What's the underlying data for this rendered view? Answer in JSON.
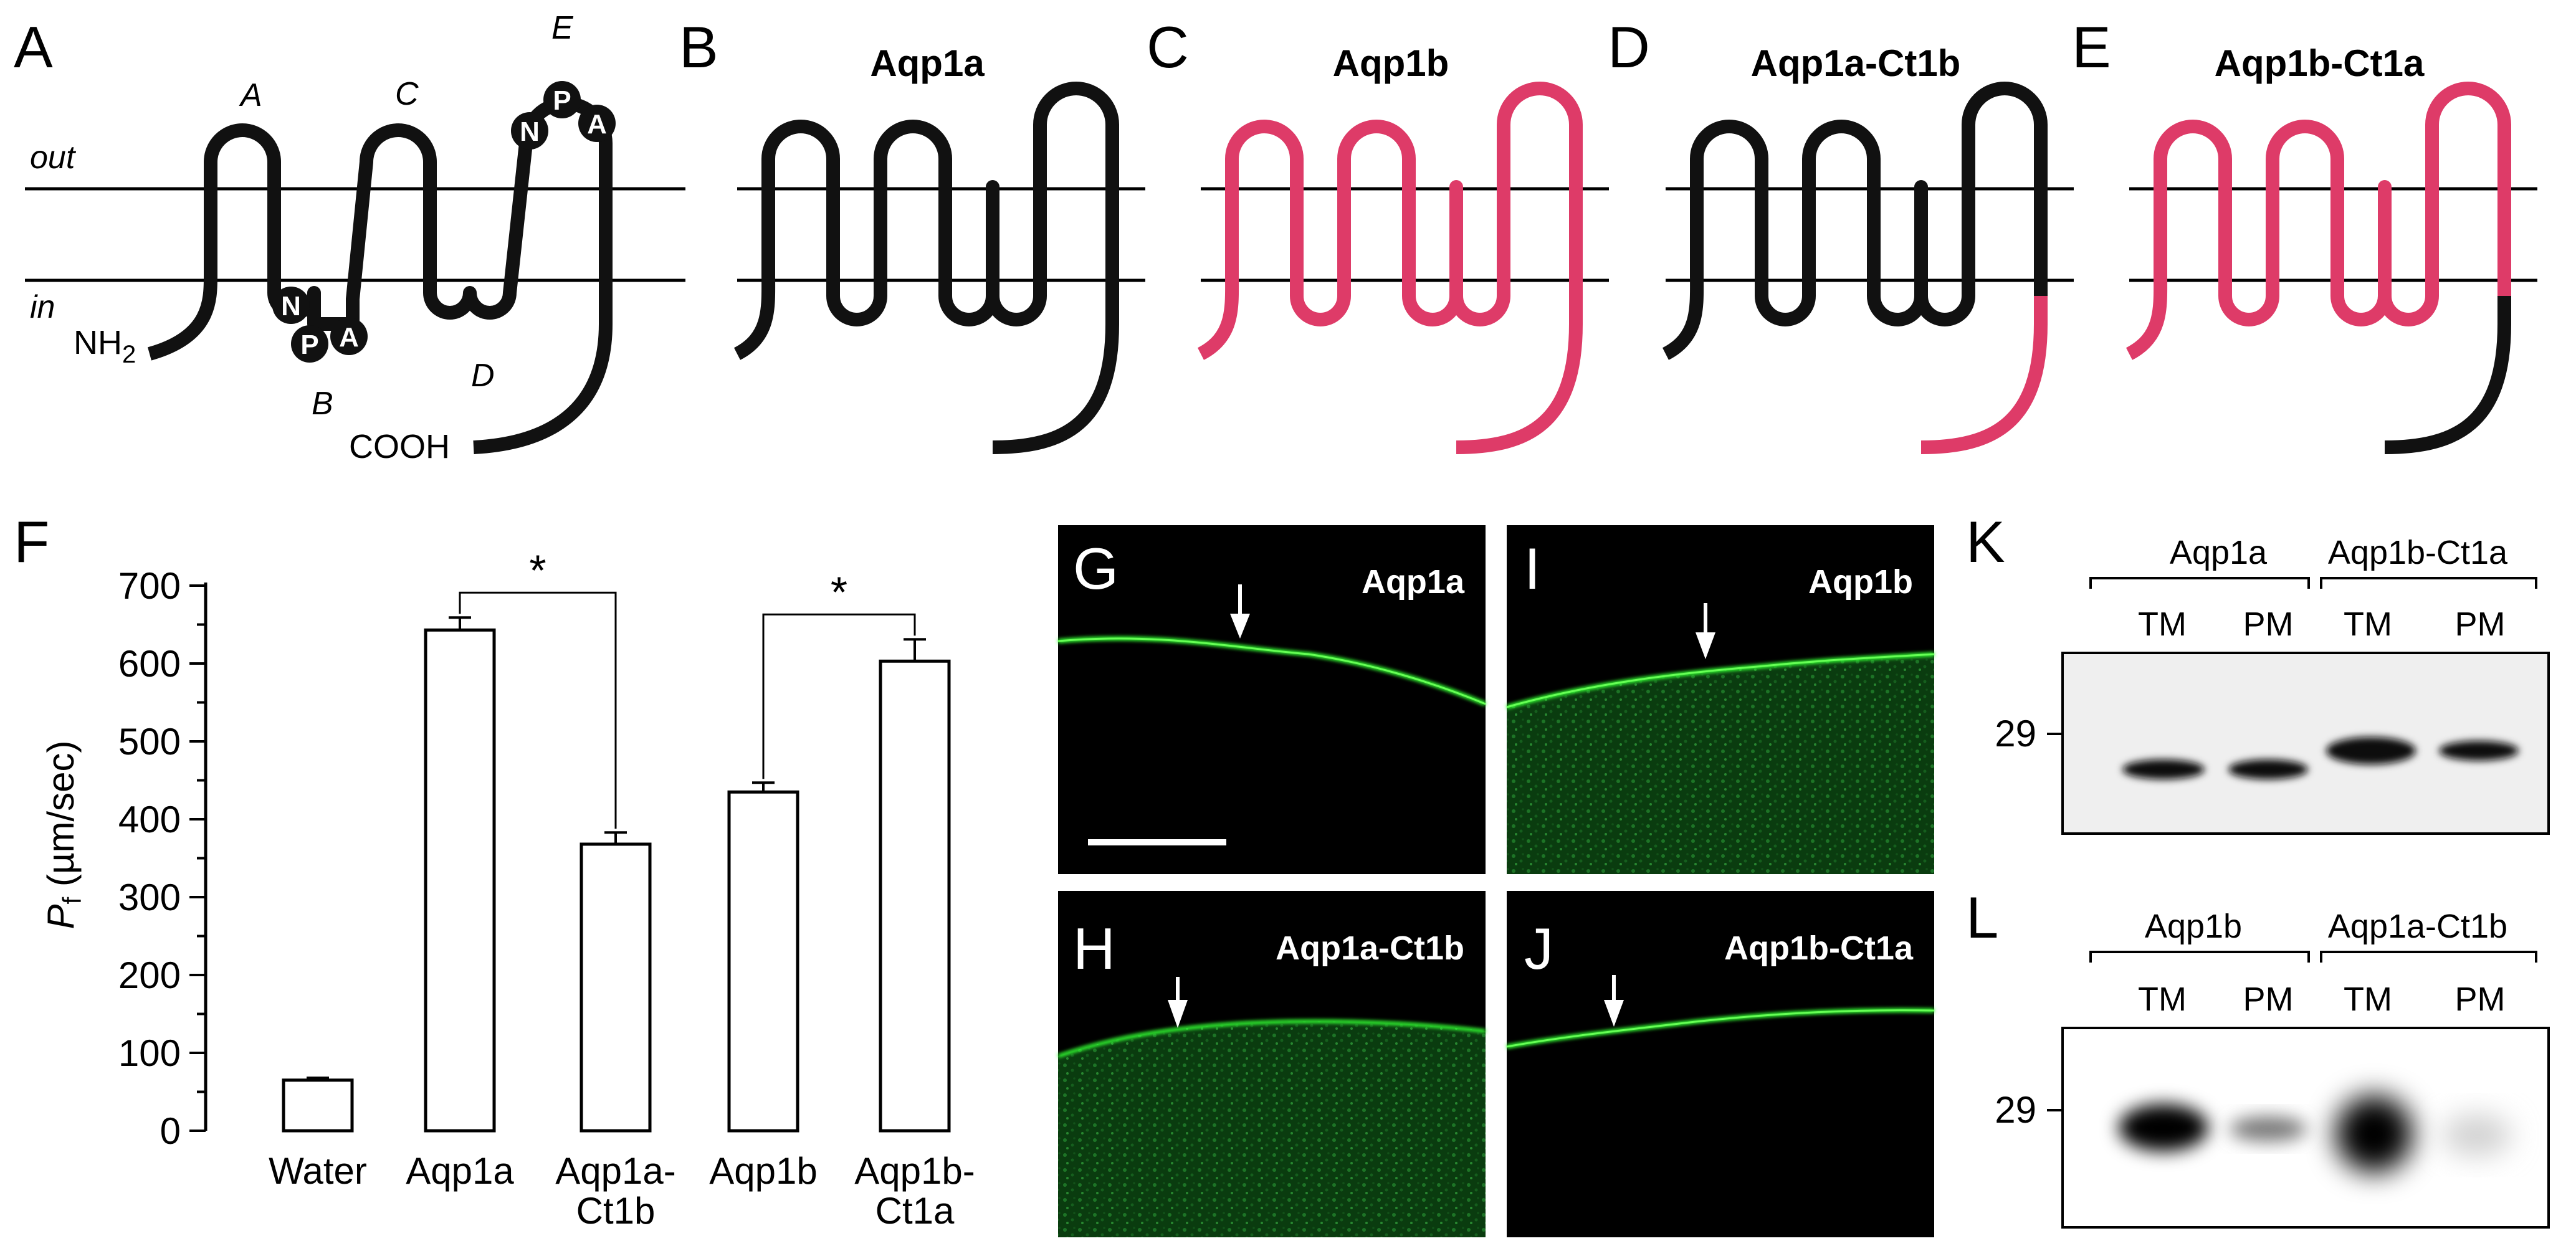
{
  "panel_letters": {
    "A": "A",
    "B": "B",
    "C": "C",
    "D": "D",
    "E": "E",
    "F": "F",
    "G": "G",
    "H": "H",
    "I": "I",
    "J": "J",
    "K": "K",
    "L": "L"
  },
  "topology": {
    "out_label": "out",
    "in_label": "in",
    "nh2_label": "NH",
    "nh2_sub": "2",
    "cooh_label": "COOH",
    "loops": {
      "A": "A",
      "B": "B",
      "C": "C",
      "D": "D",
      "E": "E"
    },
    "npa": [
      "N",
      "P",
      "A"
    ]
  },
  "constructs": [
    {
      "letter": "B",
      "title": "Aqp1a",
      "body_color": "#111111",
      "tail_color": "#111111"
    },
    {
      "letter": "C",
      "title": "Aqp1b",
      "body_color": "#de3b68",
      "tail_color": "#de3b68"
    },
    {
      "letter": "D",
      "title": "Aqp1a-Ct1b",
      "body_color": "#111111",
      "tail_color": "#de3b68"
    },
    {
      "letter": "E",
      "title": "Aqp1b-Ct1a",
      "body_color": "#de3b68",
      "tail_color": "#111111"
    }
  ],
  "colors": {
    "aqp1a": "#111111",
    "aqp1b": "#de3b68",
    "gfp": "#22dd22"
  },
  "chart_data": {
    "type": "bar",
    "ylabel_main": "P",
    "ylabel_sub": "f",
    "ylabel_unit": " (µm/sec)",
    "ylim": [
      0,
      700
    ],
    "yticks": [
      "0",
      "100",
      "200",
      "300",
      "400",
      "500",
      "600",
      "700"
    ],
    "categories": [
      [
        "Water"
      ],
      [
        "Aqp1a"
      ],
      [
        "Aqp1a-",
        "Ct1b"
      ],
      [
        "Aqp1b"
      ],
      [
        "Aqp1b-",
        "Ct1a"
      ]
    ],
    "values": [
      65,
      643,
      368,
      435,
      603
    ],
    "errors": [
      3,
      16,
      15,
      12,
      28
    ],
    "significance": [
      {
        "from": 1,
        "to": 2,
        "label": "*"
      },
      {
        "from": 3,
        "to": 4,
        "label": "*"
      }
    ]
  },
  "micrographs": [
    {
      "letter": "G",
      "label": "Aqp1a"
    },
    {
      "letter": "I",
      "label": "Aqp1b"
    },
    {
      "letter": "H",
      "label": "Aqp1a-Ct1b"
    },
    {
      "letter": "J",
      "label": "Aqp1b-Ct1a"
    }
  ],
  "blots": [
    {
      "letter": "K",
      "groups": [
        "Aqp1a",
        "Aqp1b-Ct1a"
      ],
      "lanes": [
        "TM",
        "PM",
        "TM",
        "PM"
      ],
      "marker": "29"
    },
    {
      "letter": "L",
      "groups": [
        "Aqp1b",
        "Aqp1a-Ct1b"
      ],
      "lanes": [
        "TM",
        "PM",
        "TM",
        "PM"
      ],
      "marker": "29"
    }
  ]
}
